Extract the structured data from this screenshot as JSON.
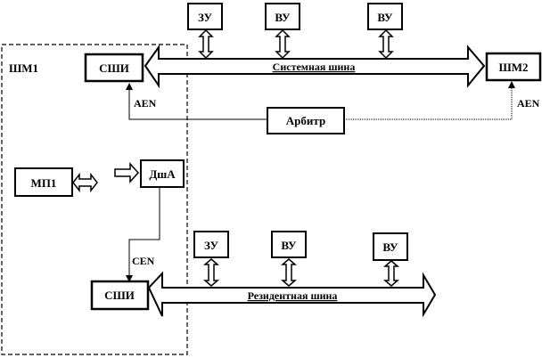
{
  "diagram": {
    "module1": {
      "label": "ШМ1"
    },
    "module2": {
      "label": "ШМ2"
    },
    "system_bus": {
      "label": "Системная шина"
    },
    "resident_bus": {
      "label": "Резидентная шина"
    },
    "arbiter": {
      "label": "Арбитр"
    },
    "bus_interface_top": {
      "label": "СШИ"
    },
    "bus_interface_bottom": {
      "label": "СШИ"
    },
    "processor": {
      "label": "МП1"
    },
    "address_decoder": {
      "label": "ДшА"
    },
    "system_devices": [
      {
        "label": "ЗУ"
      },
      {
        "label": "ВУ"
      },
      {
        "label": "ВУ"
      }
    ],
    "resident_devices": [
      {
        "label": "ЗУ"
      },
      {
        "label": "ВУ"
      },
      {
        "label": "ВУ"
      }
    ],
    "signals": {
      "aen_left": "AEN",
      "aen_right": "AEN",
      "cen": "CEN"
    }
  }
}
